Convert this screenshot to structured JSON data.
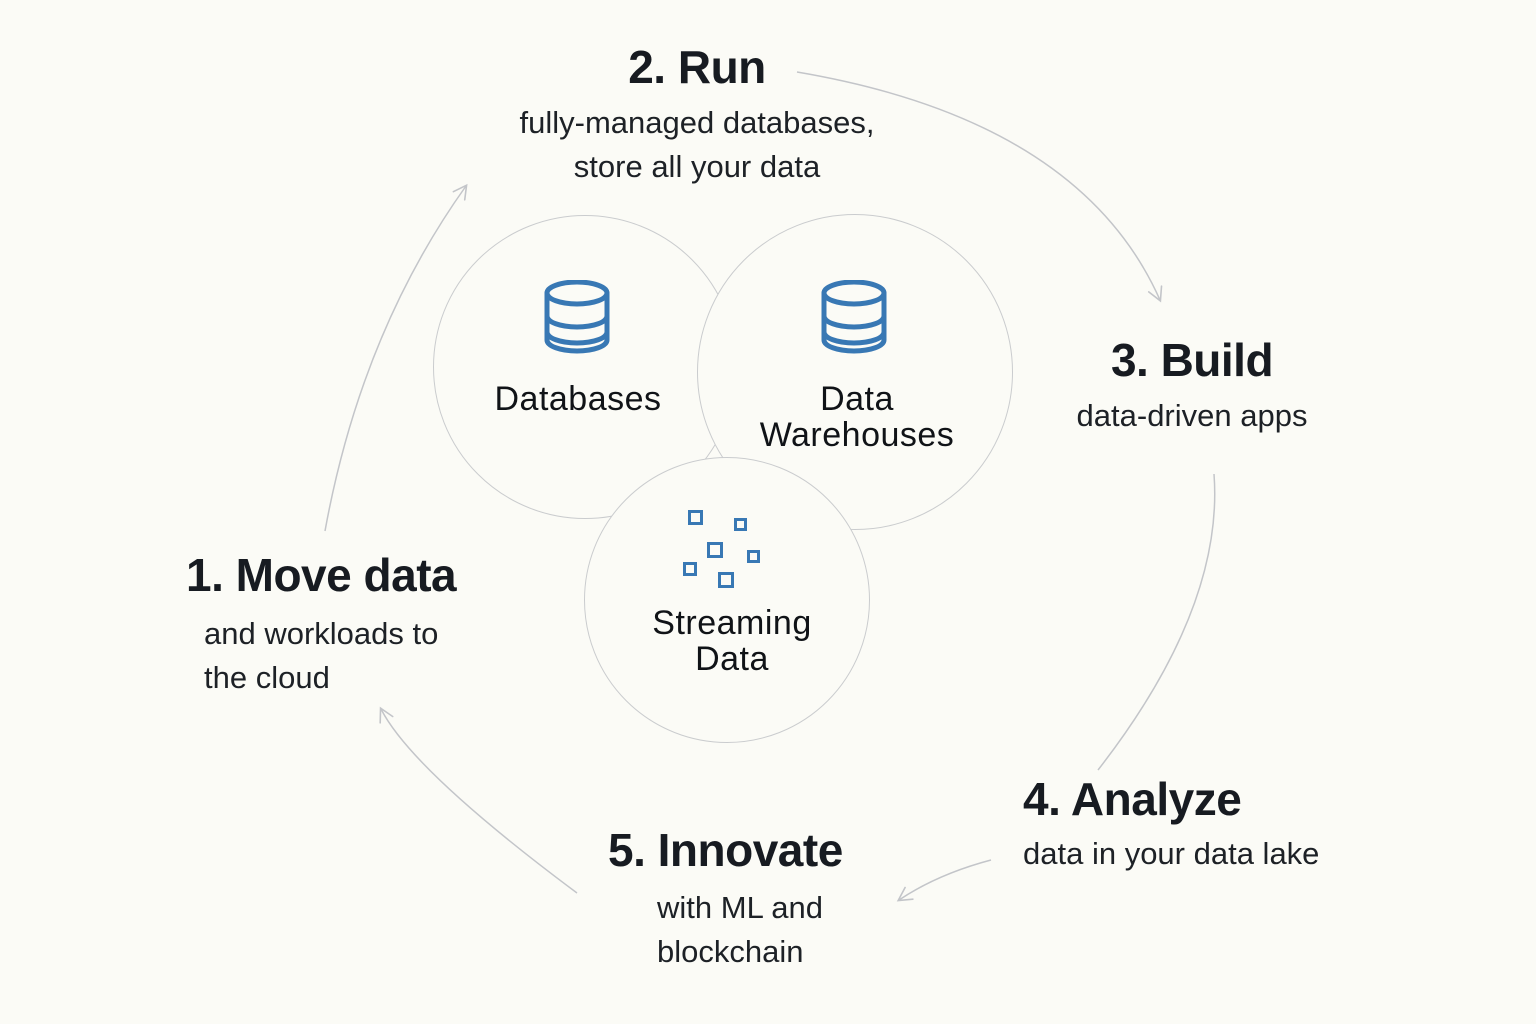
{
  "colors": {
    "background": "#fbfbf6",
    "accent_blue": "#3878b4",
    "circle_border": "#caccce",
    "arrow_gray": "#c3c5c9",
    "text_dark": "#171b21"
  },
  "steps": [
    {
      "title": "1. Move data",
      "subtitle_line1": "and workloads to",
      "subtitle_line2": "the cloud"
    },
    {
      "title": "2. Run",
      "subtitle_line1": "fully-managed databases,",
      "subtitle_line2": "store all your data"
    },
    {
      "title": "3. Build",
      "subtitle_line1": "data-driven apps",
      "subtitle_line2": ""
    },
    {
      "title": "4. Analyze",
      "subtitle_line1": "data in your data lake",
      "subtitle_line2": ""
    },
    {
      "title": "5. Innovate",
      "subtitle_line1": "with ML and",
      "subtitle_line2": "blockchain"
    }
  ],
  "clusters": [
    {
      "label_line1": "Databases",
      "label_line2": "",
      "icon": "database-icon"
    },
    {
      "label_line1": "Data",
      "label_line2": "Warehouses",
      "icon": "database-icon"
    },
    {
      "label_line1": "Streaming",
      "label_line2": "Data",
      "icon": "streaming-data-icon"
    }
  ]
}
